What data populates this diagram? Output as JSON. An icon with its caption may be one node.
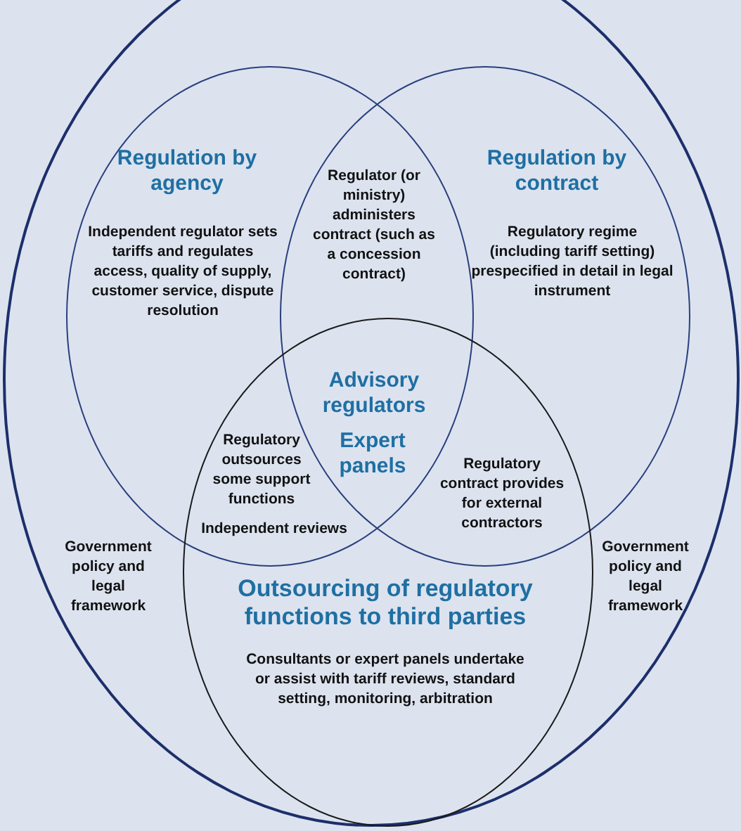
{
  "diagram": {
    "nodes": [
      {
        "text": [
          "Government policy and legal framework",
          "Government policy and legal framework"
        ]
      },
      {
        "text": [
          "Regulation by agency",
          "Independent regulator sets tariffs and regulates access, quality of supply, customer service, dispute resolution"
        ],
        "in": 0
      },
      {
        "text": [
          "Regulation by contract",
          "Regulatory regime (including tariff setting) prespecified in detail in legal instrument"
        ],
        "in": 0
      },
      {
        "text": [
          "Outsourcing of regulatory functions to third parties",
          "Consultants or expert panels undertake or assist with tariff reviews, standard setting, monitoring, arbitration"
        ],
        "in": 0
      }
    ],
    "labels": [
      "Regulator (or ministry) administers contract (such as a concession contract)",
      "Advisory regulators",
      "Expert panels",
      "Regulatory outsources some support functions",
      "Independent reviews",
      "Regulatory contract provides for external contractors"
    ]
  }
}
